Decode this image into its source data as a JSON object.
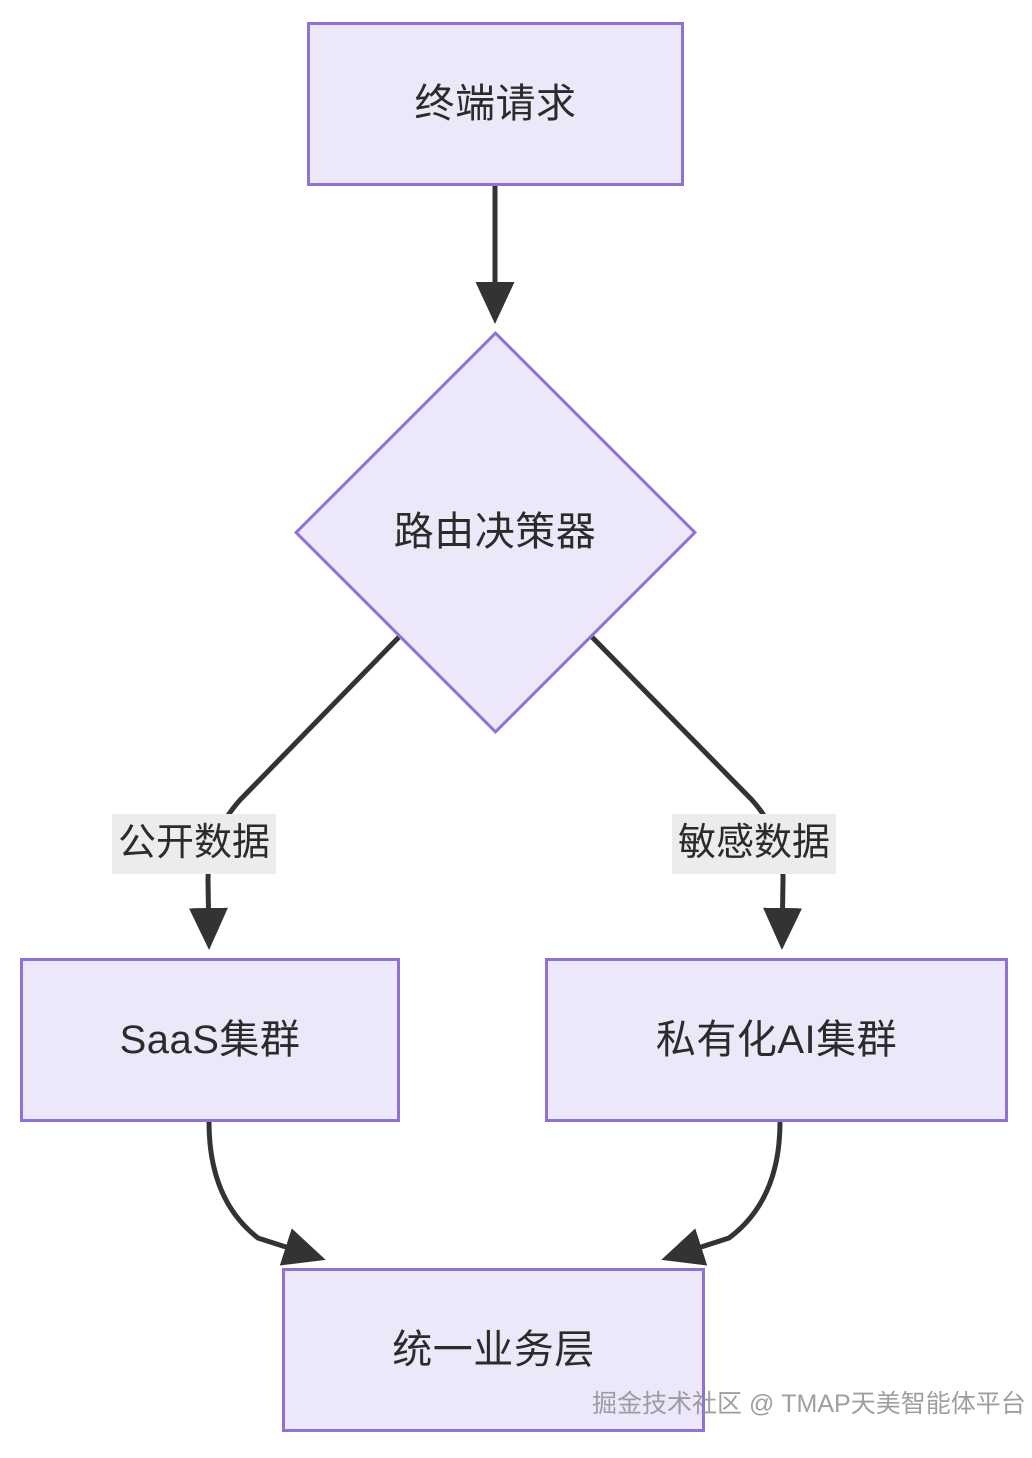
{
  "diagram": {
    "type": "flowchart",
    "direction": "top-down",
    "title": "",
    "theme": {
      "node_fill": "#ece8fa",
      "node_border": "#9171d6",
      "node_text": "#2b2b2b",
      "edge_color": "#333333",
      "edge_label_bg": "#ececec",
      "background": "#ffffff"
    },
    "nodes": [
      {
        "id": "terminal_request",
        "label": "终端请求",
        "shape": "rect"
      },
      {
        "id": "router_decider",
        "label": "路由决策器",
        "shape": "diamond"
      },
      {
        "id": "saas_cluster",
        "label": "SaaS集群",
        "shape": "rect"
      },
      {
        "id": "private_ai_cluster",
        "label": "私有化AI集群",
        "shape": "rect"
      },
      {
        "id": "unified_business_layer",
        "label": "统一业务层",
        "shape": "rect"
      }
    ],
    "edges": [
      {
        "from": "terminal_request",
        "to": "router_decider",
        "label": ""
      },
      {
        "from": "router_decider",
        "to": "saas_cluster",
        "label": "公开数据"
      },
      {
        "from": "router_decider",
        "to": "private_ai_cluster",
        "label": "敏感数据"
      },
      {
        "from": "saas_cluster",
        "to": "unified_business_layer",
        "label": ""
      },
      {
        "from": "private_ai_cluster",
        "to": "unified_business_layer",
        "label": ""
      }
    ]
  },
  "watermark": {
    "text": "掘金技术社区 @ TMAP天美智能体平台"
  }
}
